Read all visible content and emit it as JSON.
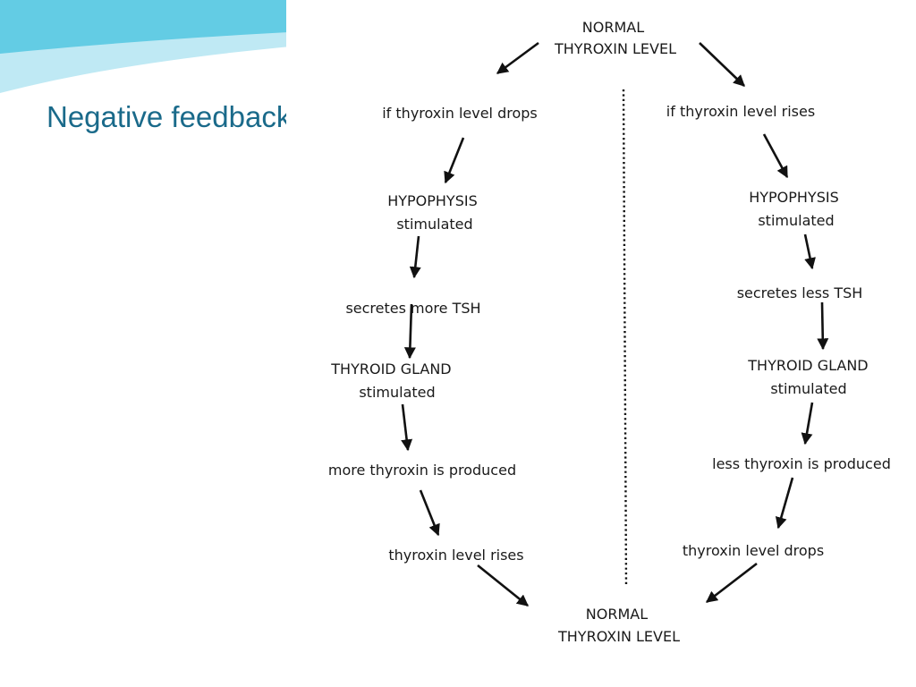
{
  "slide": {
    "title": "Negative feedback",
    "colors": {
      "title": "#1a6a8a",
      "accent": "#5cc8e0"
    }
  },
  "diagram": {
    "top_node": [
      "NORMAL",
      "THYROXIN LEVEL"
    ],
    "bottom_node": [
      "NORMAL",
      "THYROXIN LEVEL"
    ],
    "left_branch": [
      [
        "if thyroxin level drops"
      ],
      [
        "HYPOPHYSIS",
        "stimulated"
      ],
      [
        "secretes more TSH"
      ],
      [
        "THYROID GLAND",
        "stimulated"
      ],
      [
        "more thyroxin is produced"
      ],
      [
        "thyroxin level rises"
      ]
    ],
    "right_branch": [
      [
        "if thyroxin level rises"
      ],
      [
        "HYPOPHYSIS",
        "stimulated"
      ],
      [
        "secretes less TSH"
      ],
      [
        "THYROID GLAND",
        "stimulated"
      ],
      [
        "less thyroxin is produced"
      ],
      [
        "thyroxin level drops"
      ]
    ]
  }
}
